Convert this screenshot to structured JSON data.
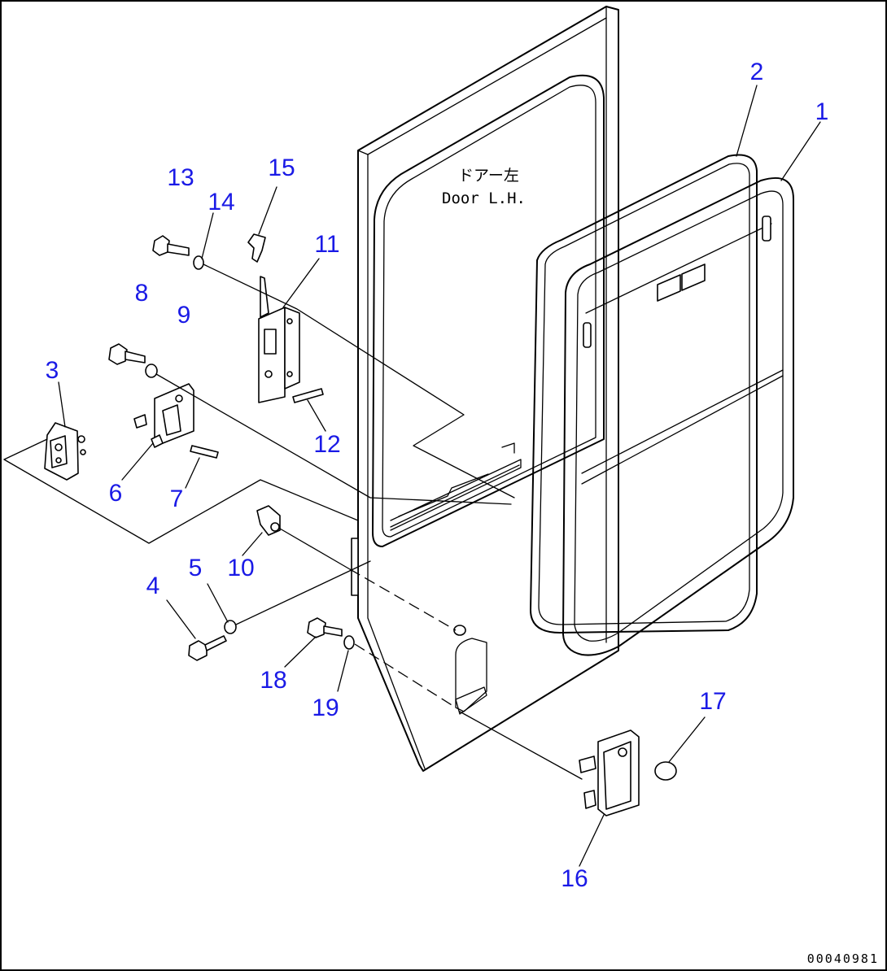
{
  "drawing": {
    "door_label_jp": "ドアー左",
    "door_label_en": "Door L.H.",
    "drawing_id": "00040981",
    "colors": {
      "callout": "#1a1ae6",
      "line": "#000000",
      "background": "#ffffff"
    }
  },
  "callouts": [
    {
      "id": "c1",
      "label": "1"
    },
    {
      "id": "c2",
      "label": "2"
    },
    {
      "id": "c3",
      "label": "3"
    },
    {
      "id": "c4",
      "label": "4"
    },
    {
      "id": "c5",
      "label": "5"
    },
    {
      "id": "c6",
      "label": "6"
    },
    {
      "id": "c7",
      "label": "7"
    },
    {
      "id": "c8",
      "label": "8"
    },
    {
      "id": "c9",
      "label": "9"
    },
    {
      "id": "c10",
      "label": "10"
    },
    {
      "id": "c11",
      "label": "11"
    },
    {
      "id": "c12",
      "label": "12"
    },
    {
      "id": "c13",
      "label": "13"
    },
    {
      "id": "c14",
      "label": "14"
    },
    {
      "id": "c15",
      "label": "15"
    },
    {
      "id": "c16",
      "label": "16"
    },
    {
      "id": "c17",
      "label": "17"
    },
    {
      "id": "c18",
      "label": "18"
    },
    {
      "id": "c19",
      "label": "19"
    }
  ]
}
